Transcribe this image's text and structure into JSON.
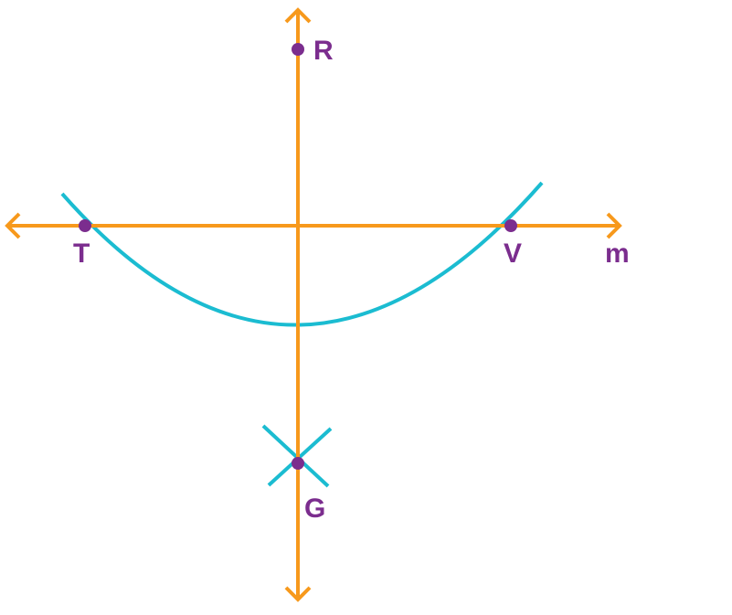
{
  "colors": {
    "line": "#F7991C",
    "arc": "#1BBCD1",
    "point": "#7B2D8E",
    "background": "#FFFFFF"
  },
  "points": {
    "R": "R",
    "T": "T",
    "V": "V",
    "G": "G"
  },
  "line_label": "m"
}
